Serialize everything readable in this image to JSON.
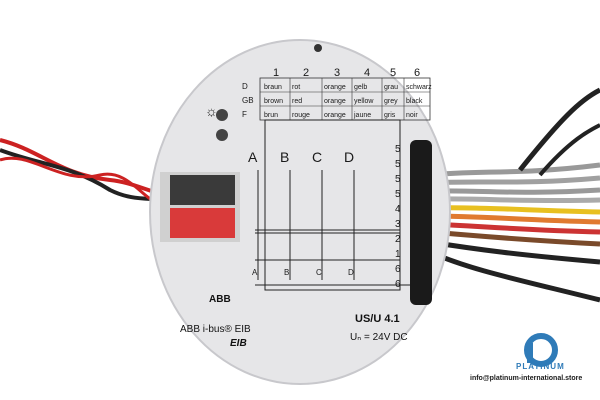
{
  "device": {
    "model": "US/U 4.1",
    "voltage": "Uₙ = 24V DC",
    "brand": "ABB",
    "bus": "ABB i-bus® EIB",
    "eib_logo": "EIB",
    "channels": [
      "A",
      "B",
      "C",
      "D"
    ],
    "terminal_labels": [
      "5",
      "5",
      "5",
      "5",
      "4",
      "3",
      "2",
      "1",
      "6",
      "6"
    ]
  },
  "color_table": {
    "columns": [
      "1",
      "2",
      "3",
      "4",
      "5",
      "6"
    ],
    "rows": [
      {
        "lang": "D",
        "cells": [
          "braun",
          "rot",
          "orange",
          "gelb",
          "grau",
          "schwarz"
        ]
      },
      {
        "lang": "GB",
        "cells": [
          "brown",
          "red",
          "orange",
          "yellow",
          "grey",
          "black"
        ]
      },
      {
        "lang": "F",
        "cells": [
          "brun",
          "rouge",
          "orange",
          "jaune",
          "gris",
          "noir"
        ]
      }
    ]
  },
  "watermark": {
    "name": "PLATINUM",
    "email": "info@platinum-international.store"
  },
  "colors": {
    "housing": "#e6e6e8",
    "connector_red": "#d93a3a",
    "connector_dark": "#3a3a3a",
    "brand_blue": "#2f7bb8"
  }
}
